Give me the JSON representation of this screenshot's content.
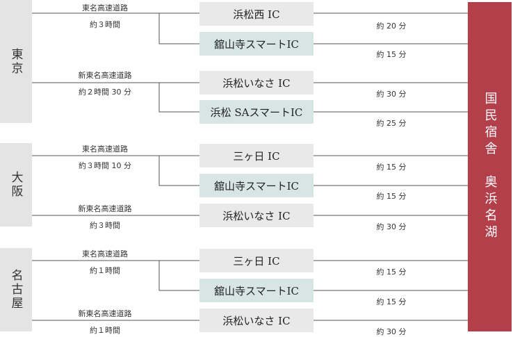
{
  "destination": "国民宿舎　奥浜名湖",
  "cities": [
    {
      "name": "東京",
      "groups": [
        {
          "road": "東名高速道路",
          "time": "約３時間",
          "exits": [
            {
              "label": "浜松西 IC",
              "duration": "約 20 分"
            },
            {
              "label": "舘山寺スマートIC",
              "duration": "約 15 分"
            }
          ]
        },
        {
          "road": "新東名高速道路",
          "time": "約２時間 30 分",
          "exits": [
            {
              "label": "浜松いなさ IC",
              "duration": "約 30 分"
            },
            {
              "label": "浜松 SAスマートIC",
              "duration": "約 25 分"
            }
          ]
        }
      ]
    },
    {
      "name": "大阪",
      "groups": [
        {
          "road": "東名高速道路",
          "time": "約３時間 10 分",
          "exits": [
            {
              "label": "三ヶ日 IC",
              "duration": "約 15 分"
            },
            {
              "label": "舘山寺スマートIC",
              "duration": "約 15 分"
            }
          ]
        },
        {
          "road": "新東名高速道路",
          "time": "約３時間",
          "exits": [
            {
              "label": "浜松いなさ IC",
              "duration": "約 30 分"
            }
          ]
        }
      ]
    },
    {
      "name": "名古屋",
      "groups": [
        {
          "road": "東名高速道路",
          "time": "約１時間",
          "exits": [
            {
              "label": "三ヶ日 IC",
              "duration": "約 15 分"
            },
            {
              "label": "舘山寺スマートIC",
              "duration": "約 15 分"
            }
          ]
        },
        {
          "road": "新東名高速道路",
          "time": "約１時間",
          "exits": [
            {
              "label": "浜松いなさ IC",
              "duration": "約 30 分"
            }
          ]
        }
      ]
    }
  ]
}
